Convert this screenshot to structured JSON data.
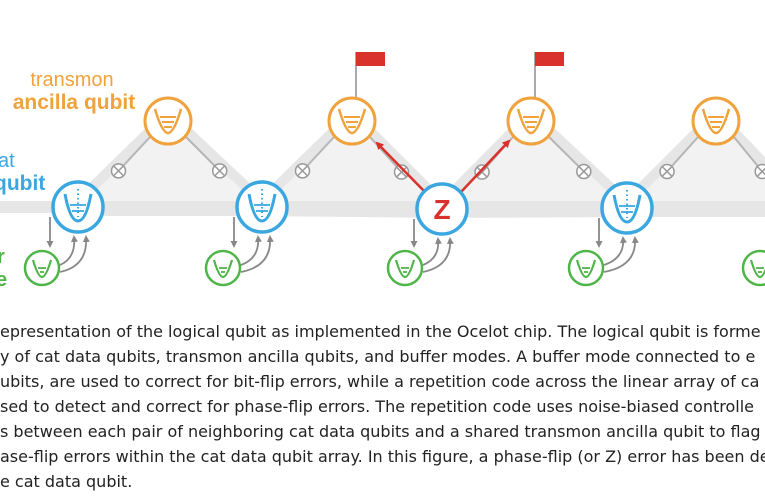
{
  "diagram": {
    "labels": {
      "transmon_line1": "transmon",
      "transmon_line2": "ancilla qubit",
      "cat_partial_line1": "at",
      "cat_partial_line2": "qubit",
      "buffer_partial_line1": "r",
      "buffer_partial_line2": "e"
    },
    "error_label": "Z",
    "colors": {
      "transmon": "#f0a23c",
      "cat": "#3aa7e0",
      "buffer": "#4fb548",
      "error": "#d9312b",
      "structure": "#e6e6e6",
      "connector": "#b5b5b5",
      "feedback_arrow": "#888888"
    },
    "icons": {
      "transmon": "transmon-potential-well-icon",
      "cat": "cat-qubit-double-well-icon",
      "buffer": "buffer-mode-well-icon",
      "coupler": "coupler-cross-icon",
      "flag": "red-flag-icon"
    }
  },
  "caption": {
    "lines": [
      "epresentation of the logical qubit as implemented in the Ocelot chip. The logical qubit is forme",
      "y of cat data qubits, transmon ancilla qubits, and buffer modes. A buffer mode connected to e",
      "ubits, are used to correct for bit-flip errors, while a repetition code across the linear array of ca",
      "sed to detect and correct for phase-flip errors. The repetition code uses noise-biased controlle",
      "s between each pair of neighboring cat data qubits and a shared transmon ancilla qubit to flag",
      "ase-flip errors within the cat data qubit array. In this figure, a phase-flip (or Z) error has been de",
      "e cat data qubit."
    ]
  }
}
